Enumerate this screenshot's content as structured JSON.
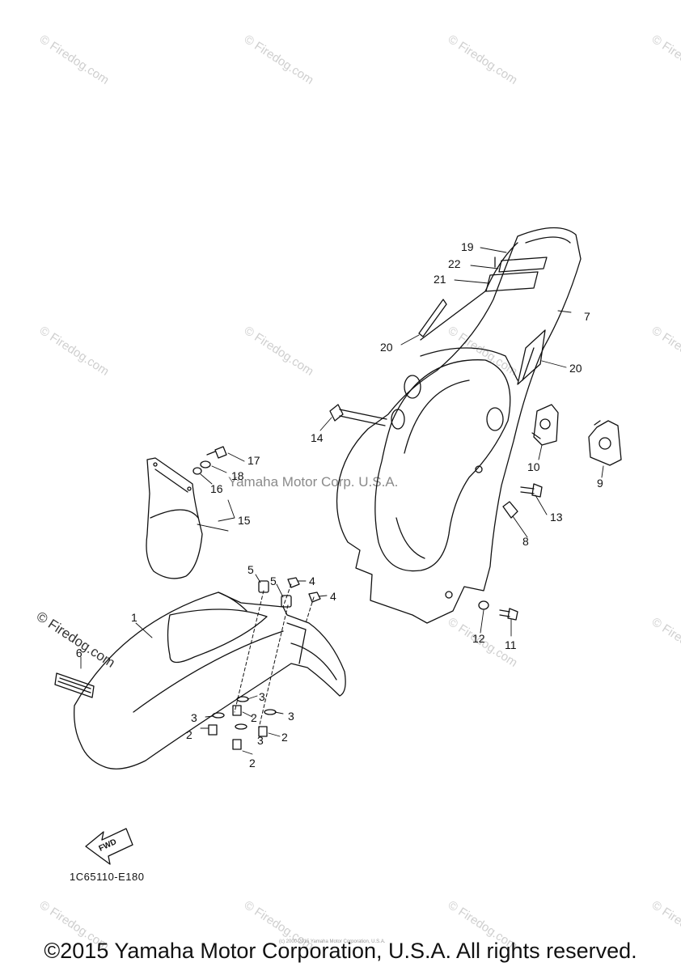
{
  "watermark": {
    "text": "© Firedog.com"
  },
  "center_mark": {
    "text": "Yamaha Motor Corp. U.S.A."
  },
  "callouts": [
    "1",
    "2",
    "2",
    "2",
    "2",
    "3",
    "3",
    "3",
    "3",
    "4",
    "4",
    "5",
    "5",
    "6",
    "7",
    "8",
    "9",
    "10",
    "11",
    "12",
    "13",
    "14",
    "15",
    "16",
    "17",
    "18",
    "19",
    "20",
    "20",
    "21",
    "22"
  ],
  "fwd": {
    "label": "FWD"
  },
  "diagram_code": "1C65110-E180",
  "small_note": "(c) 2000-2015 Yamaha Motor Corporation, U.S.A.",
  "copyright": "©2015 Yamaha Motor Corporation, U.S.A. All rights reserved."
}
